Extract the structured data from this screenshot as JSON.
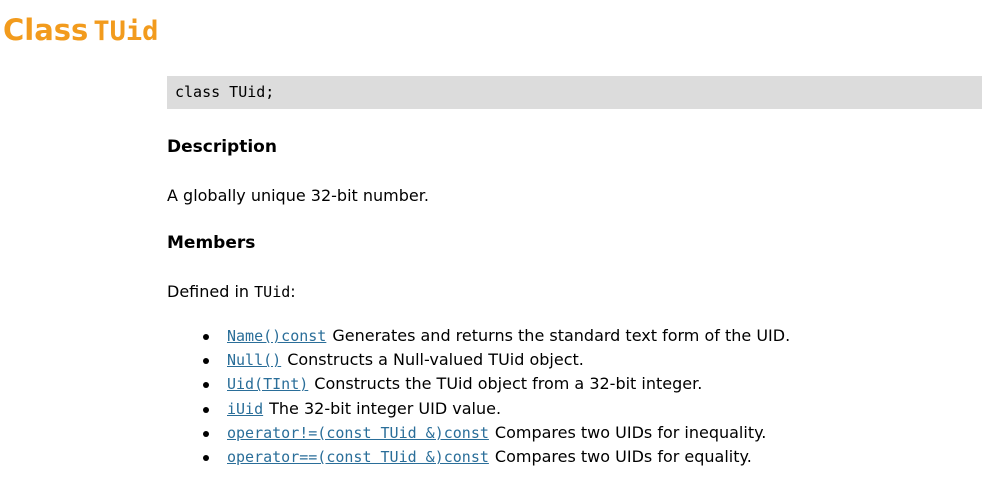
{
  "title": {
    "prefix": "Class",
    "class_name": "TUid"
  },
  "declaration": "class TUid;",
  "description": {
    "heading": "Description",
    "text": "A globally unique 32-bit number."
  },
  "members": {
    "heading": "Members",
    "defined_in_label": "Defined in",
    "defined_in_class": "TUid",
    "defined_in_suffix": ":",
    "items": [
      {
        "signature": "Name()const",
        "summary": "Generates and returns the standard text form of the UID."
      },
      {
        "signature": "Null()",
        "summary": "Constructs a Null-valued TUid object."
      },
      {
        "signature": "Uid(TInt)",
        "summary": "Constructs the TUid object from a 32-bit integer."
      },
      {
        "signature": "iUid",
        "summary": "The 32-bit integer UID value."
      },
      {
        "signature": "operator!=(const TUid &)const",
        "summary": "Compares two UIDs for inequality."
      },
      {
        "signature": "operator==(const TUid &)const",
        "summary": "Compares two UIDs for equality."
      }
    ]
  },
  "colors": {
    "title": "#f29b1d",
    "declaration_background": "#dcdcdc",
    "link": "#2a6e99"
  }
}
